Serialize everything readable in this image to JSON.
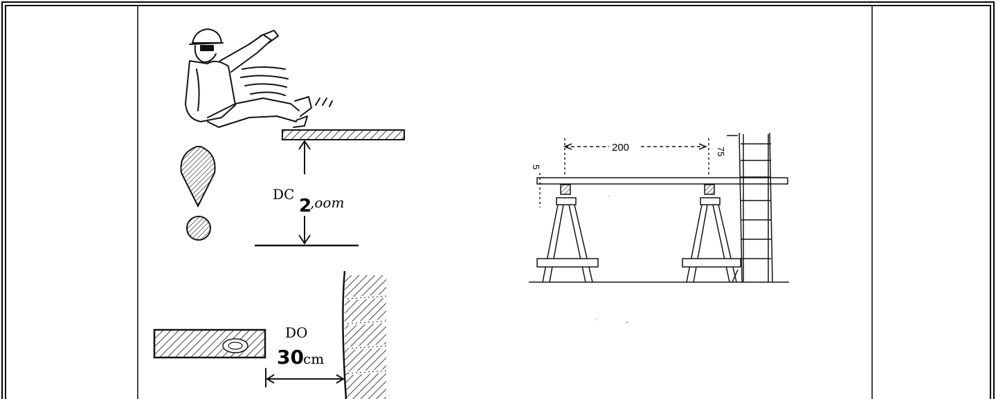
{
  "left_figure": {
    "height_label_prefix": "DC",
    "height_value": "2",
    "height_unit": ",oom",
    "distance_label": "DO",
    "distance_value": "30",
    "distance_unit": "cm"
  },
  "right_figure": {
    "span_label": "200",
    "board_thickness_label": "5",
    "ladder_overhang_label": "75"
  }
}
